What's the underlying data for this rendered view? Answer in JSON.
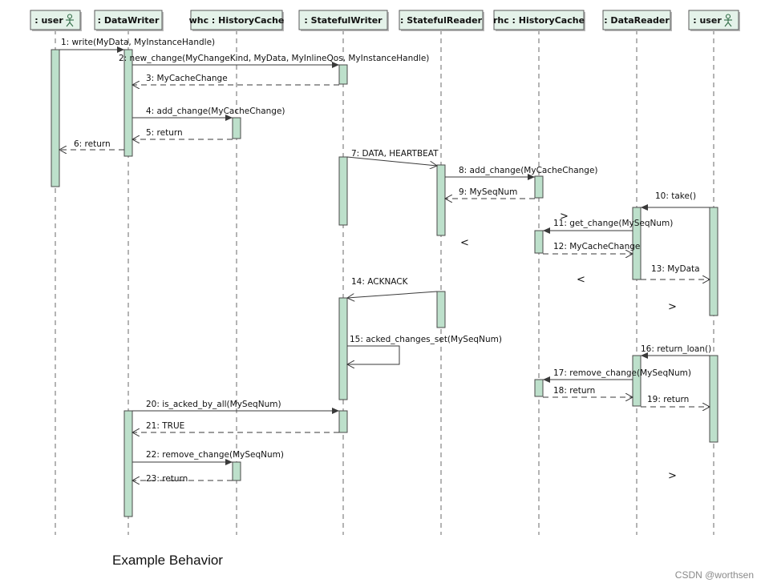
{
  "diagram": {
    "lifelines": [
      {
        "id": "user1",
        "label": ": user",
        "actor": true
      },
      {
        "id": "dw",
        "label": ": DataWriter",
        "actor": false
      },
      {
        "id": "whc",
        "label": "whc : HistoryCache",
        "actor": false
      },
      {
        "id": "sw",
        "label": ": StatefulWriter",
        "actor": false
      },
      {
        "id": "sr",
        "label": ": StatefulReader",
        "actor": false
      },
      {
        "id": "rhc",
        "label": "rhc : HistoryCache",
        "actor": false
      },
      {
        "id": "dr",
        "label": ": DataReader",
        "actor": false
      },
      {
        "id": "user2",
        "label": ": user",
        "actor": true
      }
    ],
    "messages": [
      {
        "num": "1",
        "text": "write(MyData, MyInstanceHandle)",
        "from": "user1",
        "to": "dw",
        "type": "sync"
      },
      {
        "num": "2",
        "text": "new_change(MyChangeKind, MyData, MyInlineQos, MyInstanceHandle)",
        "from": "dw",
        "to": "sw",
        "type": "sync"
      },
      {
        "num": "3",
        "text": "MyCacheChange",
        "from": "sw",
        "to": "dw",
        "type": "return"
      },
      {
        "num": "4",
        "text": "add_change(MyCacheChange)",
        "from": "dw",
        "to": "whc",
        "type": "sync"
      },
      {
        "num": "5",
        "text": "return",
        "from": "whc",
        "to": "dw",
        "type": "return"
      },
      {
        "num": "6",
        "text": "return",
        "from": "dw",
        "to": "user1",
        "type": "return"
      },
      {
        "num": "7",
        "text": "DATA, HEARTBEAT",
        "from": "sw",
        "to": "sr",
        "type": "async"
      },
      {
        "num": "8",
        "text": "add_change(MyCacheChange)",
        "from": "sr",
        "to": "rhc",
        "type": "sync"
      },
      {
        "num": "9",
        "text": "MySeqNum",
        "from": "rhc",
        "to": "sr",
        "type": "return"
      },
      {
        "num": "10",
        "text": "take()",
        "from": "user2",
        "to": "dr",
        "type": "sync"
      },
      {
        "num": "11",
        "text": "get_change(MySeqNum)",
        "from": "dr",
        "to": "rhc",
        "type": "sync"
      },
      {
        "num": "12",
        "text": "MyCacheChange",
        "from": "rhc",
        "to": "dr",
        "type": "return"
      },
      {
        "num": "13",
        "text": "MyData",
        "from": "dr",
        "to": "user2",
        "type": "return"
      },
      {
        "num": "14",
        "text": "ACKNACK",
        "from": "sr",
        "to": "sw",
        "type": "async"
      },
      {
        "num": "15",
        "text": "acked_changes_set(MySeqNum)",
        "from": "sw",
        "to": "sw",
        "type": "self"
      },
      {
        "num": "16",
        "text": "return_loan()",
        "from": "user2",
        "to": "dr",
        "type": "sync"
      },
      {
        "num": "17",
        "text": "remove_change(MySeqNum)",
        "from": "dr",
        "to": "rhc",
        "type": "sync"
      },
      {
        "num": "18",
        "text": "return",
        "from": "rhc",
        "to": "dr",
        "type": "return"
      },
      {
        "num": "19",
        "text": "return",
        "from": "dr",
        "to": "user2",
        "type": "return"
      },
      {
        "num": "20",
        "text": "is_acked_by_all(MySeqNum)",
        "from": "dw",
        "to": "sw",
        "type": "sync"
      },
      {
        "num": "21",
        "text": "TRUE",
        "from": "sw",
        "to": "dw",
        "type": "return"
      },
      {
        "num": "22",
        "text": "remove_change(MySeqNum)",
        "from": "dw",
        "to": "whc",
        "type": "sync"
      },
      {
        "num": "23",
        "text": "return",
        "from": "whc",
        "to": "dw",
        "type": "return"
      }
    ],
    "stray_marks": [
      ">",
      "<",
      "<",
      ">",
      ">"
    ]
  },
  "caption": "Example Behavior",
  "watermark": "CSDN @worthsen",
  "colors": {
    "header_fill": "#e4f2e9",
    "activation_fill": "#bde0cb",
    "line": "#3a3a3a",
    "lifeline": "#6a6a6a"
  }
}
